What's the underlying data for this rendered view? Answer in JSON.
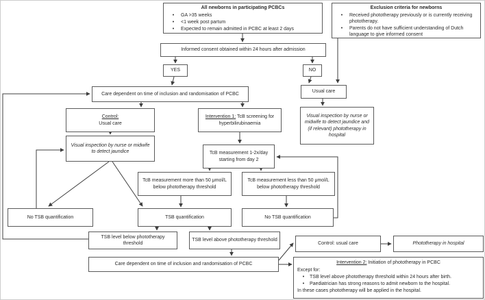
{
  "diagram_title": "Newborn phototherapy screening trial flowchart",
  "colors": {
    "line": "#3f3f3f",
    "box_border": "#595959",
    "text": "#2a2a2a",
    "background": "#ffffff"
  },
  "nodes": {
    "all_newborns": {
      "title": "All newborns in participating PCBCs",
      "bullets": [
        "GA >35 weeks",
        "<1 week post partum",
        "Expected to remain admitted in PCBC at least 2 days"
      ]
    },
    "exclusion": {
      "title": "Exclusion criteria for newborns",
      "bullets": [
        "Received phototherapy previously or is currently receiving phototherapy.",
        "Parents do not have sufficient understanding of Dutch language to give informed consent"
      ]
    },
    "informed_consent": {
      "text": "Informed consent obtained within 24 hours after admission"
    },
    "yes": {
      "text": "YES"
    },
    "no": {
      "text": "NO"
    },
    "care_top": {
      "text": "Care dependent on time of inclusion and randomisation of PCBC"
    },
    "usual_care_right": {
      "text": "Usual care"
    },
    "control_box": {
      "label": "Control:",
      "text": "Usual care"
    },
    "intervention1": {
      "label": "Intervention 1:",
      "text": " TcB screening for hyperbilirubinaemia"
    },
    "visual_inspection_right": {
      "text": "Visual inspection by nurse or midwife to detect jaundice and (if relevant) phototherapy in hospital"
    },
    "visual_inspection_left": {
      "text": "Visual inspection by nurse or midwife to detect jaundice"
    },
    "tcb_daily": {
      "text": "TcB measurement 1-2x/day starting from day 2"
    },
    "tcb_more50": {
      "text": "TcB measurement more than 50 μmol/L below phototherapy threshold"
    },
    "tcb_less50": {
      "text": "TcB measurement less than 50 μmol/L below phototherapy threshold"
    },
    "no_tsb_left": {
      "text": "No TSB quantification"
    },
    "tsb_quant": {
      "text": "TSB quantification"
    },
    "no_tsb_right": {
      "text": "No TSB quantification"
    },
    "tsb_below": {
      "text": "TSB level below phototherapy threshold"
    },
    "tsb_above": {
      "text": "TSB level above phototherapy threshold"
    },
    "control_usual": {
      "text": "Control: usual care"
    },
    "photo_hospital": {
      "text": "Phototherapy in hospital"
    },
    "care_bottom": {
      "text": "Care dependent on time of inclusion and randomisation of PCBC"
    },
    "intervention2": {
      "label": "Intervention 2:",
      "title_rest": " Initiation of phototherapy in PCBC",
      "except": "Except for:",
      "bullets": [
        "TSB level above phototherapy threshold within 24 hours after birth.",
        "Paediatrician has strong reasons to admit newborn to the hospital."
      ],
      "footer": "In these cases phototherapy will be applied in the hospital."
    }
  }
}
